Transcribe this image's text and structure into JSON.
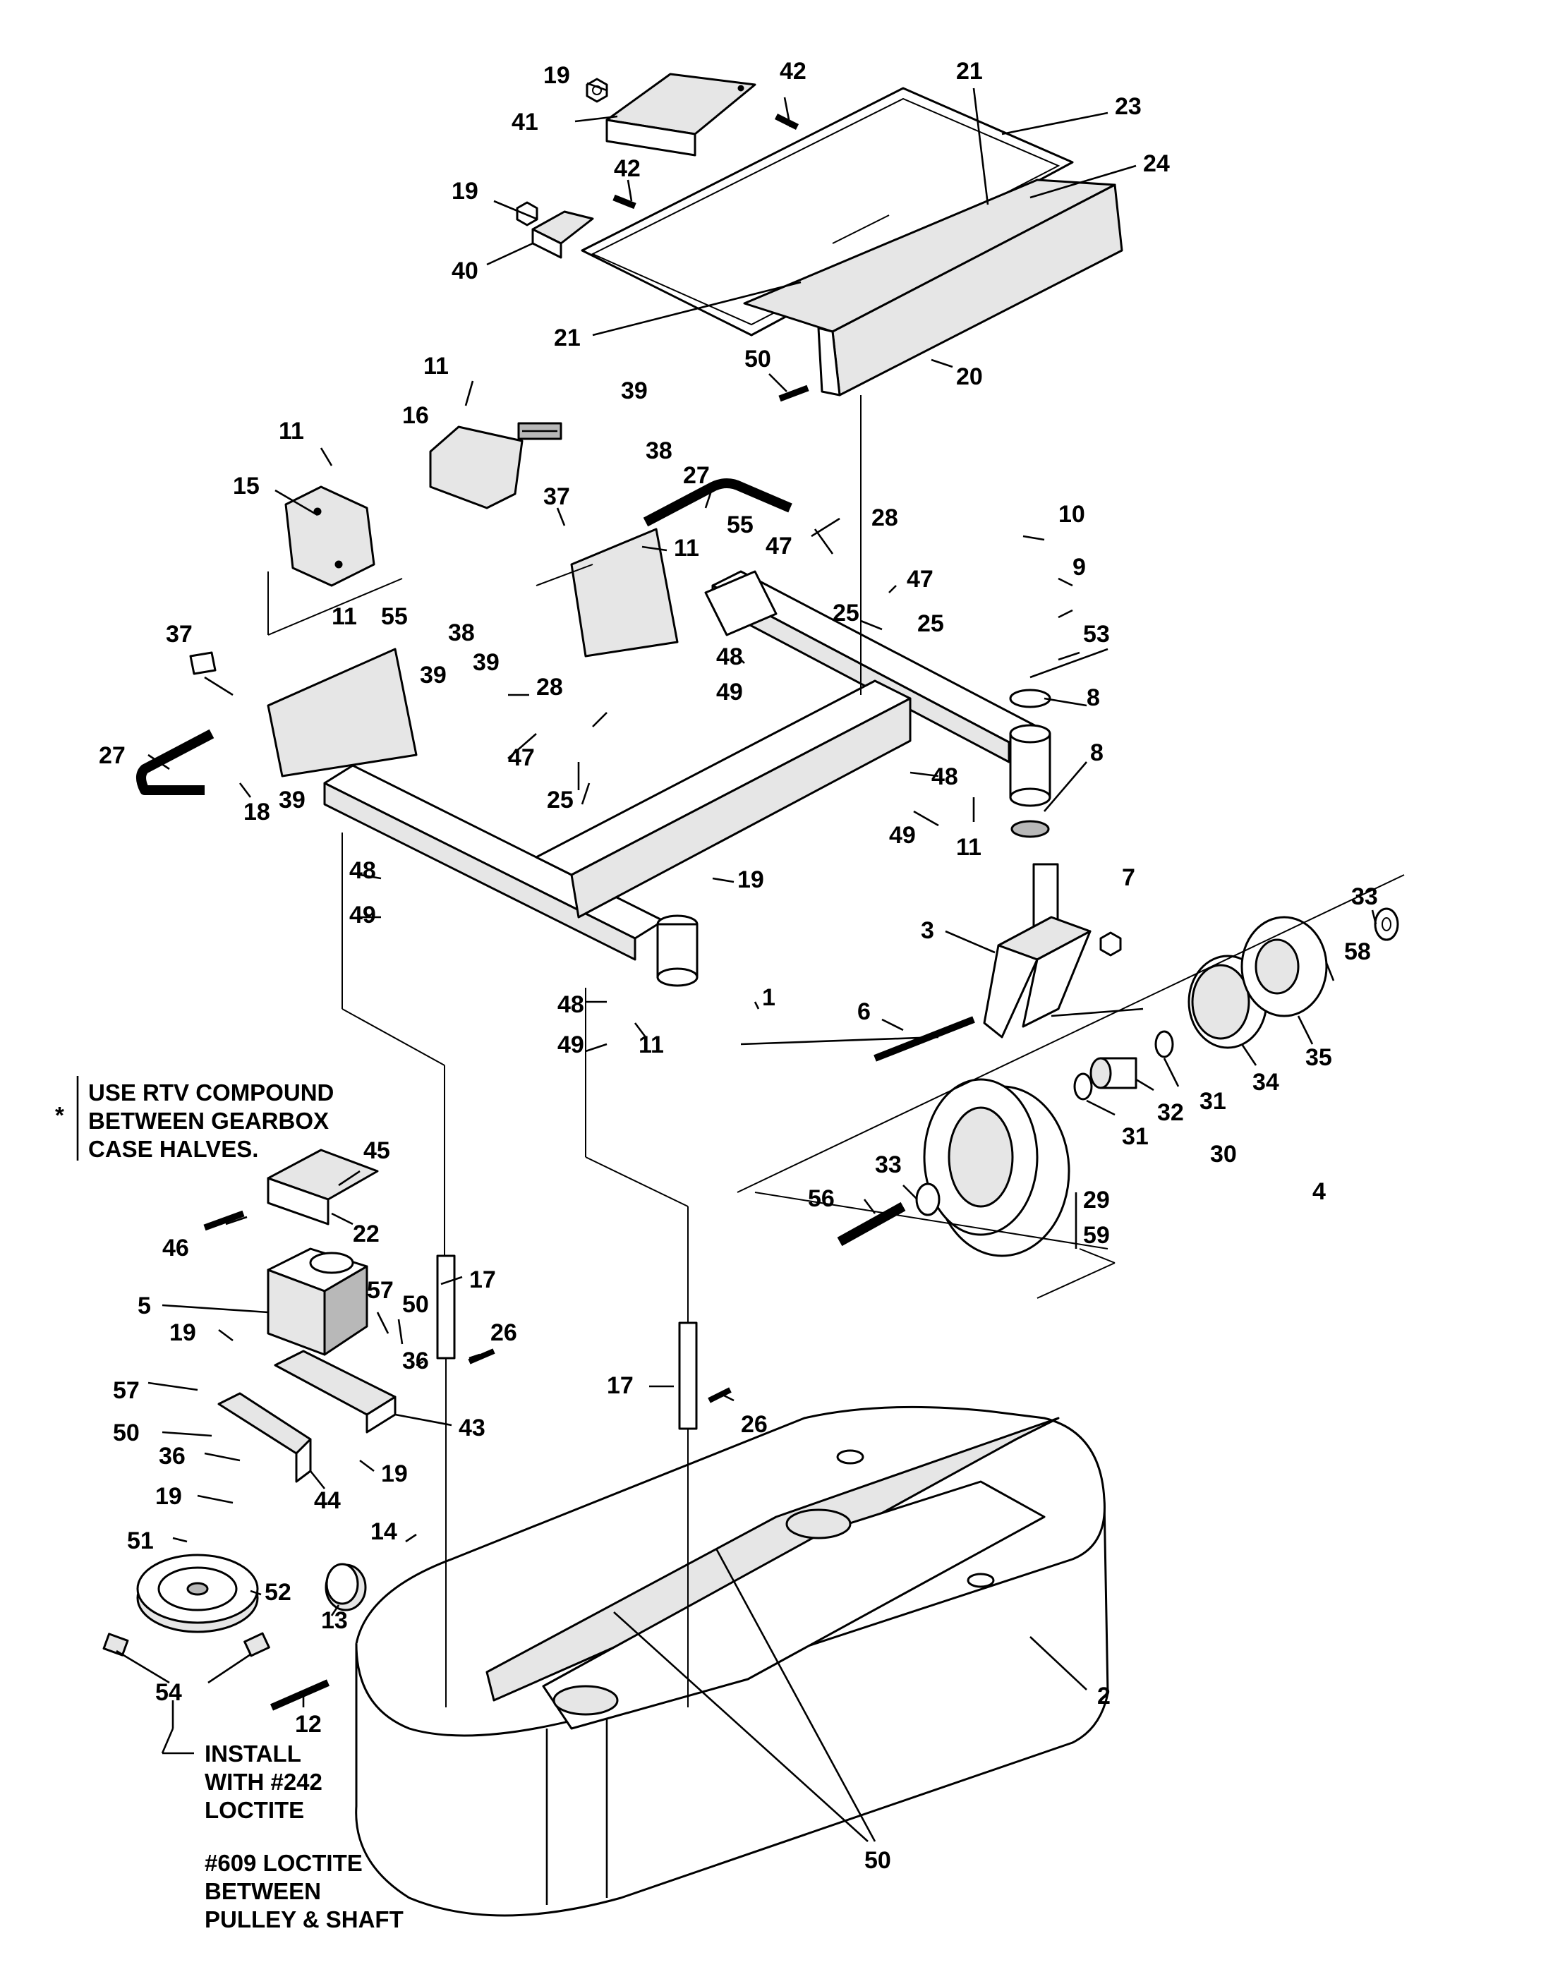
{
  "notes": {
    "star": "*",
    "rtv": [
      "USE RTV COMPOUND",
      "BETWEEN GEARBOX",
      "CASE HALVES."
    ],
    "install": [
      "INSTALL",
      "WITH #242",
      "LOCTITE"
    ],
    "loctite609": [
      "#609 LOCTITE",
      "BETWEEN",
      "PULLEY & SHAFT"
    ]
  },
  "callouts": [
    {
      "text": "19"
    },
    {
      "text": "42"
    },
    {
      "text": "41"
    },
    {
      "text": "21"
    },
    {
      "text": "23"
    },
    {
      "text": "24"
    },
    {
      "text": "42"
    },
    {
      "text": "19"
    },
    {
      "text": "40"
    },
    {
      "text": "21"
    },
    {
      "text": "50"
    },
    {
      "text": "20"
    },
    {
      "text": "11"
    },
    {
      "text": "16"
    },
    {
      "text": "39"
    },
    {
      "text": "38"
    },
    {
      "text": "11"
    },
    {
      "text": "15"
    },
    {
      "text": "27"
    },
    {
      "text": "37"
    },
    {
      "text": "28"
    },
    {
      "text": "55"
    },
    {
      "text": "11"
    },
    {
      "text": "10"
    },
    {
      "text": "47"
    },
    {
      "text": "9"
    },
    {
      "text": "47"
    },
    {
      "text": "25"
    },
    {
      "text": "25"
    },
    {
      "text": "53"
    },
    {
      "text": "11"
    },
    {
      "text": "55"
    },
    {
      "text": "38"
    },
    {
      "text": "37"
    },
    {
      "text": "39"
    },
    {
      "text": "39"
    },
    {
      "text": "48"
    },
    {
      "text": "49"
    },
    {
      "text": "8"
    },
    {
      "text": "28"
    },
    {
      "text": "27"
    },
    {
      "text": "47"
    },
    {
      "text": "25"
    },
    {
      "text": "39"
    },
    {
      "text": "18"
    },
    {
      "text": "8"
    },
    {
      "text": "48"
    },
    {
      "text": "49"
    },
    {
      "text": "11"
    },
    {
      "text": "19"
    },
    {
      "text": "48"
    },
    {
      "text": "49"
    },
    {
      "text": "7"
    },
    {
      "text": "33"
    },
    {
      "text": "3"
    },
    {
      "text": "58"
    },
    {
      "text": "48"
    },
    {
      "text": "1"
    },
    {
      "text": "11"
    },
    {
      "text": "49"
    },
    {
      "text": "6"
    },
    {
      "text": "35"
    },
    {
      "text": "34"
    },
    {
      "text": "31"
    },
    {
      "text": "32"
    },
    {
      "text": "31"
    },
    {
      "text": "30"
    },
    {
      "text": "45"
    },
    {
      "text": "33"
    },
    {
      "text": "4"
    },
    {
      "text": "22"
    },
    {
      "text": "56"
    },
    {
      "text": "29"
    },
    {
      "text": "59"
    },
    {
      "text": "46"
    },
    {
      "text": "17"
    },
    {
      "text": "57"
    },
    {
      "text": "50"
    },
    {
      "text": "5"
    },
    {
      "text": "26"
    },
    {
      "text": "19"
    },
    {
      "text": "36"
    },
    {
      "text": "17"
    },
    {
      "text": "26"
    },
    {
      "text": "57"
    },
    {
      "text": "43"
    },
    {
      "text": "50"
    },
    {
      "text": "36"
    },
    {
      "text": "19"
    },
    {
      "text": "44"
    },
    {
      "text": "19"
    },
    {
      "text": "14"
    },
    {
      "text": "51"
    },
    {
      "text": "52"
    },
    {
      "text": "13"
    },
    {
      "text": "2"
    },
    {
      "text": "54"
    },
    {
      "text": "12"
    },
    {
      "text": "50"
    }
  ]
}
